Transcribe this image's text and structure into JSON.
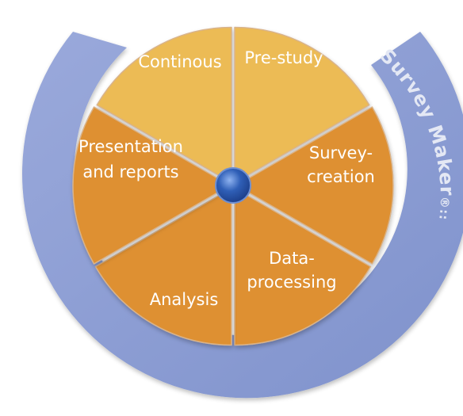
{
  "diagram": {
    "brand": {
      "name": "Survey Maker",
      "mark": "®::"
    },
    "segments": [
      {
        "id": "continous",
        "label_lines": [
          "Continous"
        ],
        "color": "#ecbb55"
      },
      {
        "id": "pre-study",
        "label_lines": [
          "Pre-study"
        ],
        "color": "#ecbb55"
      },
      {
        "id": "survey-creation",
        "label_lines": [
          "Survey-",
          "creation"
        ],
        "color": "#de9032"
      },
      {
        "id": "data-processing",
        "label_lines": [
          "Data-",
          "processing"
        ],
        "color": "#de9032"
      },
      {
        "id": "analysis",
        "label_lines": [
          "Analysis"
        ],
        "color": "#de9032"
      },
      {
        "id": "presentation-and-reports",
        "label_lines": [
          "Presentation",
          "and reports"
        ],
        "color": "#de9032"
      }
    ],
    "colors": {
      "ring": "#8e9fd3",
      "hub": "#2f5fb7",
      "segment_edge": "#d9b38a"
    }
  }
}
